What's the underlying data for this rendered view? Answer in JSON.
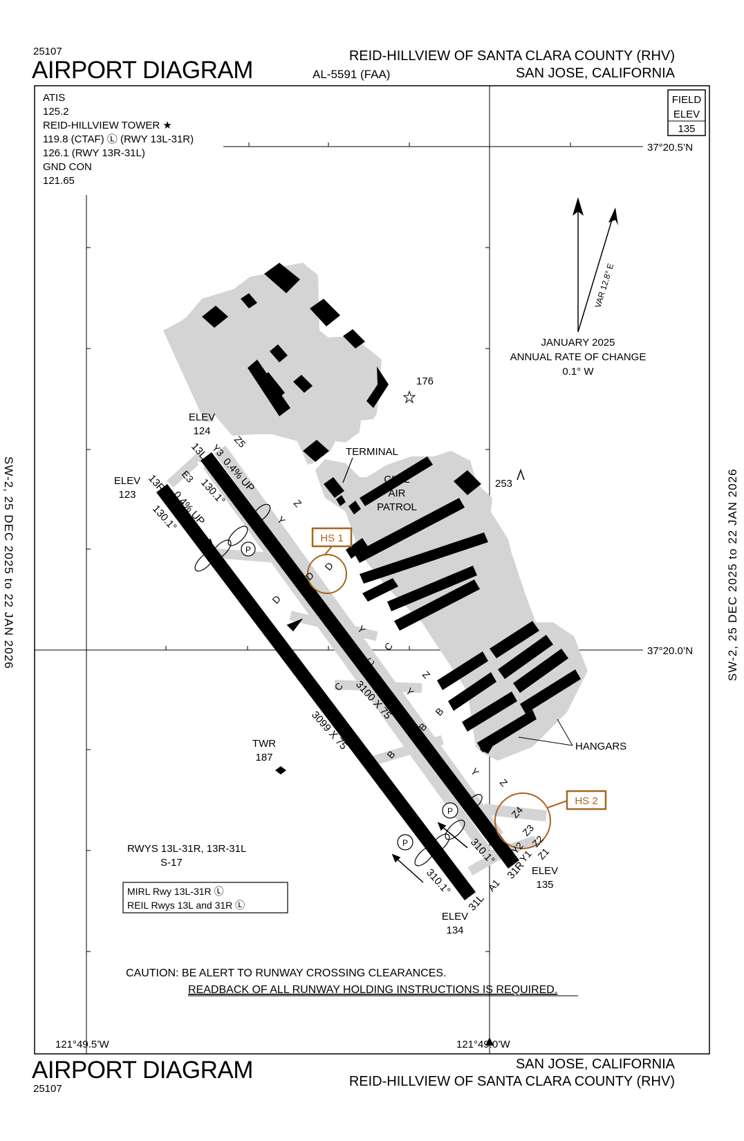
{
  "header": {
    "chart_number_top": "25107",
    "title_top": "AIRPORT DIAGRAM",
    "al_number": "AL-5591 (FAA)",
    "airport_name_top": "REID-HILLVIEW OF SANTA CLARA COUNTY (RHV)",
    "city_top": "SAN JOSE, CALIFORNIA"
  },
  "footer": {
    "title_bottom": "AIRPORT DIAGRAM",
    "chart_number_bottom": "25107",
    "city_bottom": "SAN JOSE, CALIFORNIA",
    "airport_name_bottom": "REID-HILLVIEW OF SANTA CLARA COUNTY (RHV)"
  },
  "effective_dates": {
    "left": "SW-2, 25 DEC 2025 to 22 JAN 2026",
    "right": "SW-2, 25 DEC 2025 to 22 JAN 2026"
  },
  "frequencies": [
    "ATIS",
    "125.2",
    "REID-HILLVIEW TOWER ★",
    "119.8 (CTAF) Ⓛ (RWY 13L-31R)",
    "126.1 (RWY 13R-31L)",
    "GND CON",
    "121.65"
  ],
  "field_elev": {
    "line1": "FIELD",
    "line2": "ELEV",
    "value": "135"
  },
  "coordinates": {
    "lat_north": "37°20.5’N",
    "lat_south": "37°20.0’N",
    "lon_west": "121°49.5’W",
    "lon_east": "121°49.0’W"
  },
  "magvar": {
    "label": "VAR 12.8° E",
    "line1": "JANUARY 2025",
    "line2": "ANNUAL RATE OF CHANGE",
    "line3": "0.1° W"
  },
  "labels": {
    "elev_124_title": "ELEV",
    "elev_124_value": "124",
    "elev_123_title": "ELEV",
    "elev_123_value": "123",
    "elev_135_title": "ELEV",
    "elev_135_value": "135",
    "elev_134_title": "ELEV",
    "elev_134_value": "134",
    "terminal": "TERMINAL",
    "civil": "CIVIL",
    "air": "AIR",
    "patrol": "PATROL",
    "obstacle_176": "176",
    "obstacle_253": "253",
    "twr_title": "TWR",
    "twr_value": "187",
    "hangars": "HANGARS",
    "hs1": "HS 1",
    "hs2": "HS 2",
    "rwy_13L": "13L",
    "rwy_13R": "13R",
    "rwy_31R": "31R",
    "rwy_31L": "31L",
    "dims_13L": "3100 X 75",
    "dims_13R": "3099 X 75",
    "hdg_130_a": "130.1°",
    "hdg_130_b": "130.1°",
    "hdg_310_a": "310.1°",
    "hdg_310_b": "310.1°",
    "grade_a": "0.4% UP",
    "grade_b": "0.4% UP",
    "twy_Z": "Z",
    "twy_Y": "Y",
    "twy_D": "D",
    "twy_C": "C",
    "twy_B": "B",
    "twy_Y3": "Y3",
    "twy_Z5": "Z5",
    "twy_E3": "E3",
    "twy_Z4": "Z4",
    "twy_Z3": "Z3",
    "twy_Z2": "Z2",
    "twy_Z1": "Z1",
    "twy_Y2": "Y2",
    "twy_Y1": "Y1",
    "twy_A1": "A1",
    "p": "P"
  },
  "runway_info": {
    "line1": "RWYS 13L-31R, 13R-31L",
    "line2": "S-17"
  },
  "lighting": {
    "line1": "MIRL Rwy 13L-31R Ⓛ",
    "line2": "REIL Rwys 13L and 31R Ⓛ"
  },
  "caution": {
    "line1": "CAUTION: BE ALERT TO RUNWAY CROSSING CLEARANCES.",
    "line2": "READBACK OF ALL RUNWAY HOLDING INSTRUCTIONS IS REQUIRED."
  },
  "colors": {
    "hotspot": "#a8641e",
    "pavement": "#d4d4d4",
    "ink": "#000000"
  }
}
